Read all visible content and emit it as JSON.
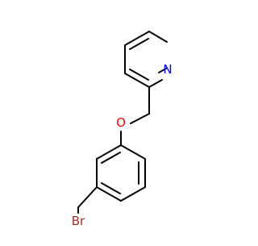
{
  "molecule": {
    "atoms": {
      "nitrogen": "N",
      "oxygen": "O",
      "bromine": "Br"
    },
    "colors": {
      "bond": "#000000",
      "nitrogen": "#0000ff",
      "oxygen": "#ff0000",
      "bromine": "#a52a2a"
    }
  }
}
